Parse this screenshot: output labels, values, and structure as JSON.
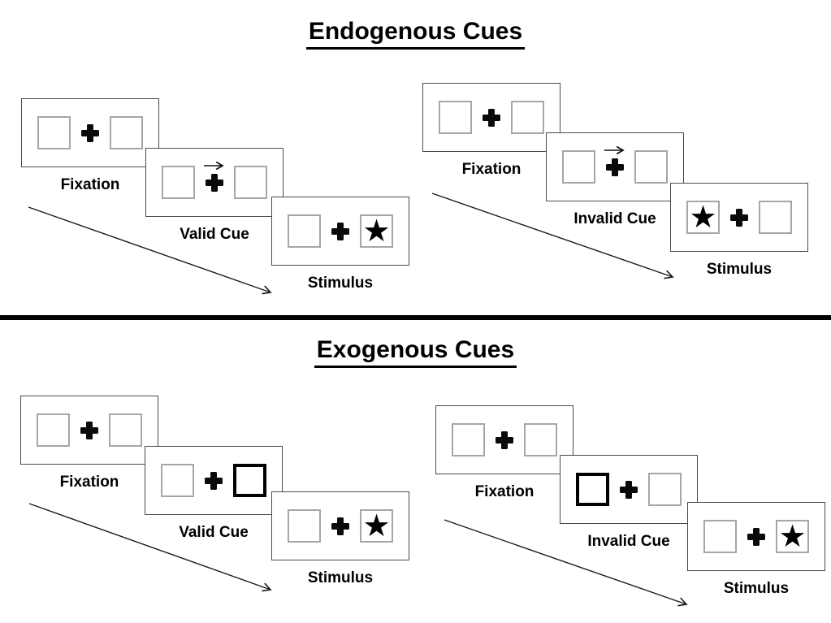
{
  "sections": [
    {
      "title": "Endogenous Cues",
      "groups": [
        {
          "name": "valid-trial",
          "cue_type": "central-arrow-right",
          "stimulus_side": "right",
          "panels": [
            {
              "label": "Fixation"
            },
            {
              "label": "Valid Cue"
            },
            {
              "label": "Stimulus"
            }
          ]
        },
        {
          "name": "invalid-trial",
          "cue_type": "central-arrow-right",
          "stimulus_side": "left",
          "panels": [
            {
              "label": "Fixation"
            },
            {
              "label": "Invalid Cue"
            },
            {
              "label": "Stimulus"
            }
          ]
        }
      ]
    },
    {
      "title": "Exogenous Cues",
      "groups": [
        {
          "name": "valid-trial",
          "cue_type": "thick-box-right",
          "stimulus_side": "right",
          "panels": [
            {
              "label": "Fixation"
            },
            {
              "label": "Valid Cue"
            },
            {
              "label": "Stimulus"
            }
          ]
        },
        {
          "name": "invalid-trial",
          "cue_type": "thick-box-left",
          "stimulus_side": "right",
          "panels": [
            {
              "label": "Fixation"
            },
            {
              "label": "Invalid Cue"
            },
            {
              "label": "Stimulus"
            }
          ]
        }
      ]
    }
  ],
  "icons": {
    "star": "★"
  },
  "colors": {
    "background": "#ffffff",
    "ink": "#000000",
    "panel_border": "#4a4a4a",
    "box_border": "#a6a6a6",
    "divider": "#000000"
  }
}
